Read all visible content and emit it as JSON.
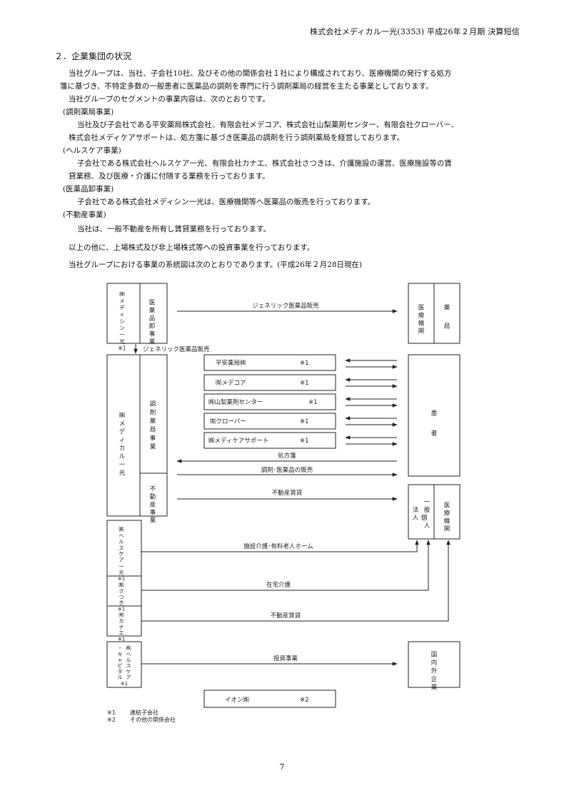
{
  "header": "株式会社メディカル一光(3353) 平成26年２月期 決算短信",
  "section_title": "２．企業集団の状況",
  "body": {
    "p1a": "当社グループは、当社、子会社10社、及びその他の関係会社１社により構成されており、医療機関の発行する処方",
    "p1b": "箋に基づき、不特定多数の一般患者に医薬品の調剤を専門に行う調剤薬局の経営を主たる事業としております。",
    "p2": "当社グループのセグメントの事業内容は、次のとおりです。",
    "h1": "(調剤薬局事業)",
    "t1a": "当社及び子会社である平安薬局株式会社、有限会社メデコア、株式会社山梨薬剤センター、有限会社クローバー、",
    "t1b": "株式会社メディケアサポートは、処方箋に基づき医薬品の調剤を行う調剤薬局を経営しております。",
    "h2": "(ヘルスケア事業)",
    "t2a": "子会社である株式会社ヘルスケア一光、有限会社カナエ、株式会社さつきは、介護施設の運営、医療施設等の賃",
    "t2b": "貸業務、及び医療・介護に付随する業務を行っております。",
    "h3": "(医薬品卸事業)",
    "t3": "子会社である株式会社メディシン一光は、医療機関等へ医薬品の販売を行っております。",
    "h4": "(不動産事業)",
    "t4": "当社は、一般不動産を所有し賃貸業務を行っております。",
    "t5": "以上の他に、上場株式及び非上場株式等への投資事業を行っております。",
    "t6": "当社グループにおける事業の系統図は次のとおりであります。(平成26年２月28日現在)"
  },
  "diagram": {
    "medicine": "㈱メディシン一光※1",
    "wholesale": "医薬品卸事業",
    "generic_sale": "ジェネリック医薬品販売",
    "med_inst": "医療機関",
    "pharmacy": "薬局",
    "medical": "㈱メディカル一光",
    "dispensing": "調剤薬局事業",
    "realestate_seg": "不動産事業",
    "sub1": "平安薬局㈱",
    "sub2": "㈲メデコア",
    "sub3": "㈱山梨薬剤センター",
    "sub4": "㈲クローバー",
    "sub5": "㈱メディケアサポート",
    "note_mark1": "※1",
    "patient": "患者",
    "prescription": "処方箋",
    "dispense_sale": "調剤･医薬品の販売",
    "rent": "不動産賃貸",
    "corp": "一般個人法人",
    "med_inst2": "医療機関",
    "healthcare": "㈱ヘルスケア一光※1",
    "satsuki": "㈱さつき※1",
    "kanae": "㈲カナエ※1",
    "care_home": "施設介護･有料老人ホーム",
    "home_care": "在宅介護",
    "rent2": "不動産賃貸",
    "capital": "㈱ヘルスケア･キャピタル※1",
    "investment": "投資事業",
    "domestic": "国内外企業",
    "aeon": "イオン㈱",
    "note_mark2": "※2",
    "note1_mark": "※1",
    "note1_text": "連結子会社",
    "note2_mark": "※2",
    "note2_text": "その他の関係会社"
  },
  "page_number": "7"
}
